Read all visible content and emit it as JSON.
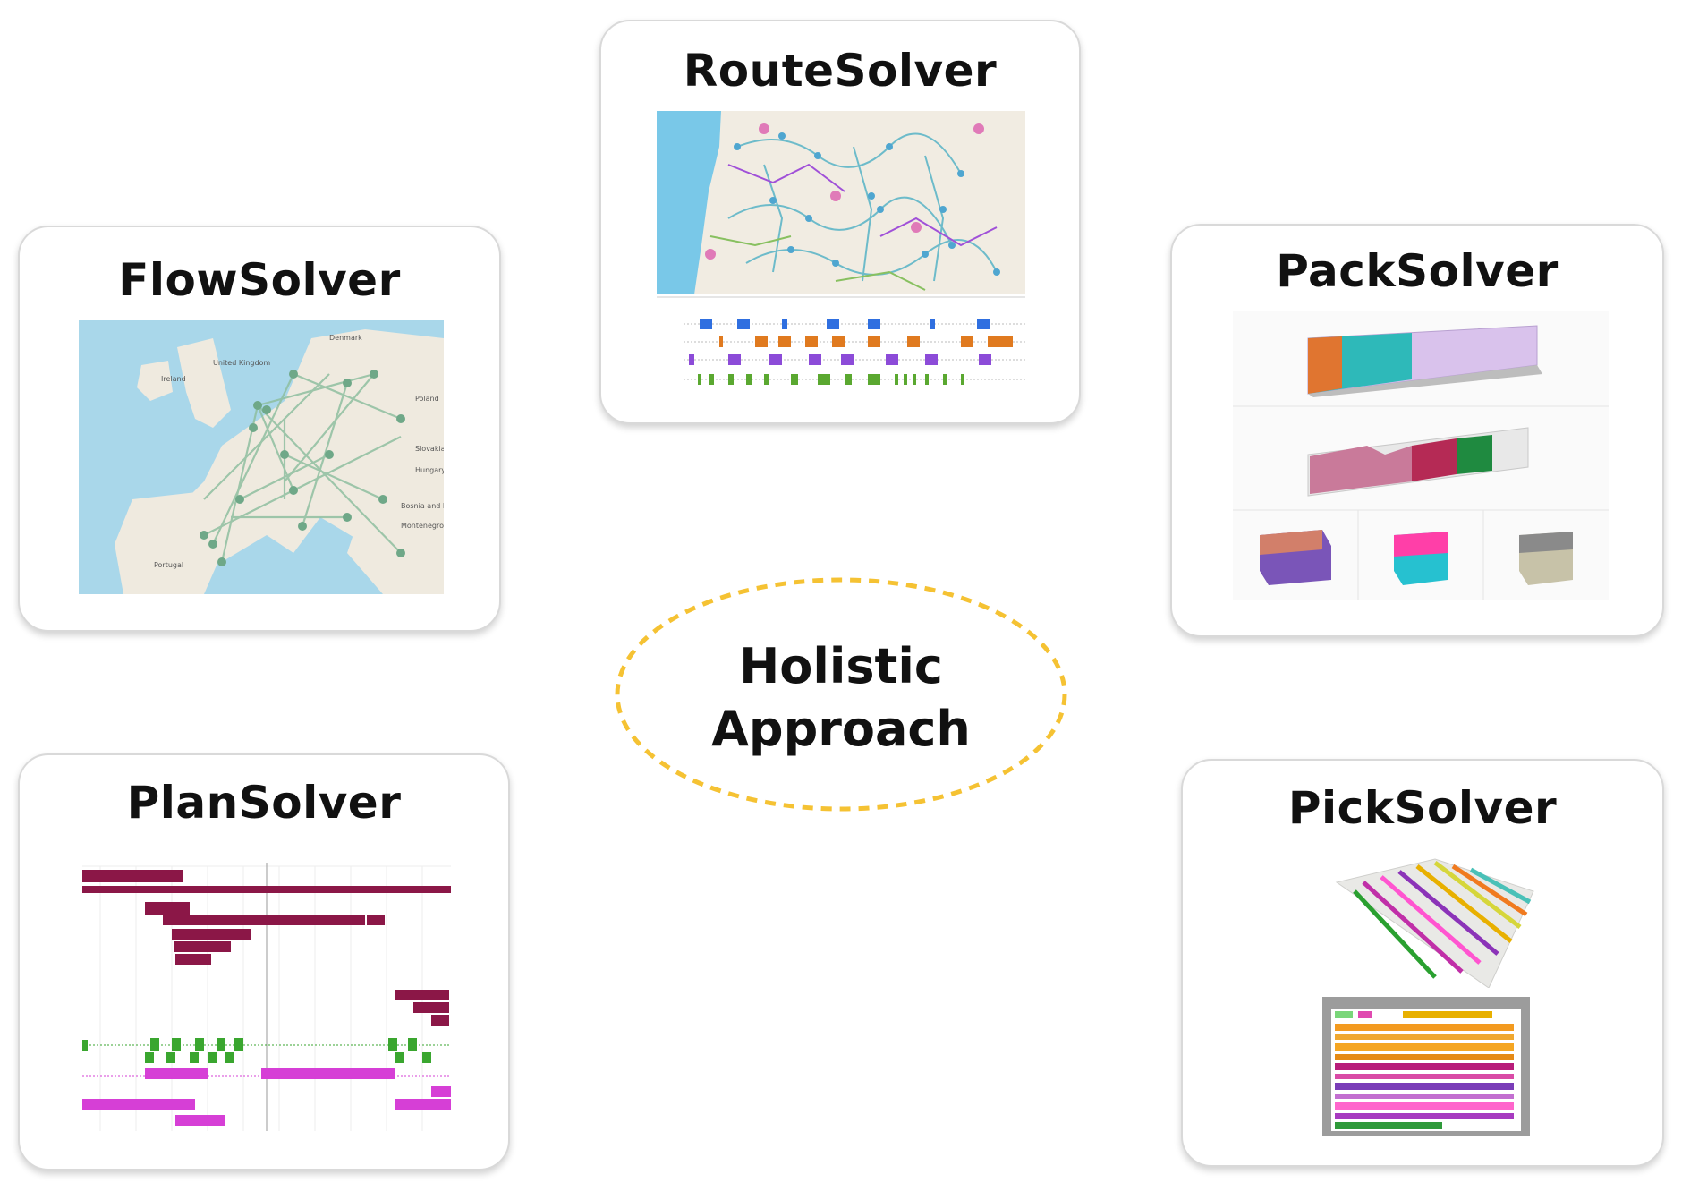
{
  "center": {
    "line1": "Holistic",
    "line2": "Approach",
    "ring_color": "#f5c233"
  },
  "cards": {
    "route": {
      "title": "RouteSolver",
      "image": "route-map-and-schedule"
    },
    "flow": {
      "title": "FlowSolver",
      "image": "europe-flow-map"
    },
    "pack": {
      "title": "PackSolver",
      "image": "container-packing-3d"
    },
    "plan": {
      "title": "PlanSolver",
      "image": "gantt-plan-schedule"
    },
    "pick": {
      "title": "PickSolver",
      "image": "warehouse-picking-3d"
    }
  },
  "map_labels": {
    "flow": [
      "Denmark",
      "United Kingdom",
      "Ireland",
      "Poland",
      "Slovakia",
      "Hungary",
      "Bosnia and Herzegovina",
      "Montenegro",
      "Portugal"
    ]
  },
  "colors": {
    "ocean": "#a9d7ea",
    "land": "#f1ece2",
    "route_line": "#8fbfa0",
    "plan_bar": "#8b1747",
    "plan_magenta": "#d63fd6",
    "plan_green": "#3aa62f"
  }
}
